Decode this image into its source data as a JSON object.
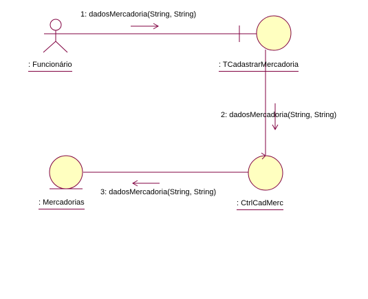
{
  "colors": {
    "line": "#800040",
    "object_fill": "#ffffc0",
    "background": "#ffffff"
  },
  "objects": {
    "actor": {
      "name": ": Funcionário",
      "kind": "actor"
    },
    "boundary": {
      "name": ": TCadastrarMercadoria",
      "kind": "boundary"
    },
    "control": {
      "name": ": CtrlCadMerc",
      "kind": "control"
    },
    "entity": {
      "name": ": Mercadorias",
      "kind": "entity"
    }
  },
  "messages": [
    {
      "label": "1: dadosMercadoria(String, String)",
      "from": "actor",
      "to": "boundary",
      "direction": "right"
    },
    {
      "label": "2: dadosMercadoria(String, String)",
      "from": "boundary",
      "to": "control",
      "direction": "down"
    },
    {
      "label": "3: dadosMercadoria(String, String)",
      "from": "control",
      "to": "entity",
      "direction": "left"
    }
  ]
}
